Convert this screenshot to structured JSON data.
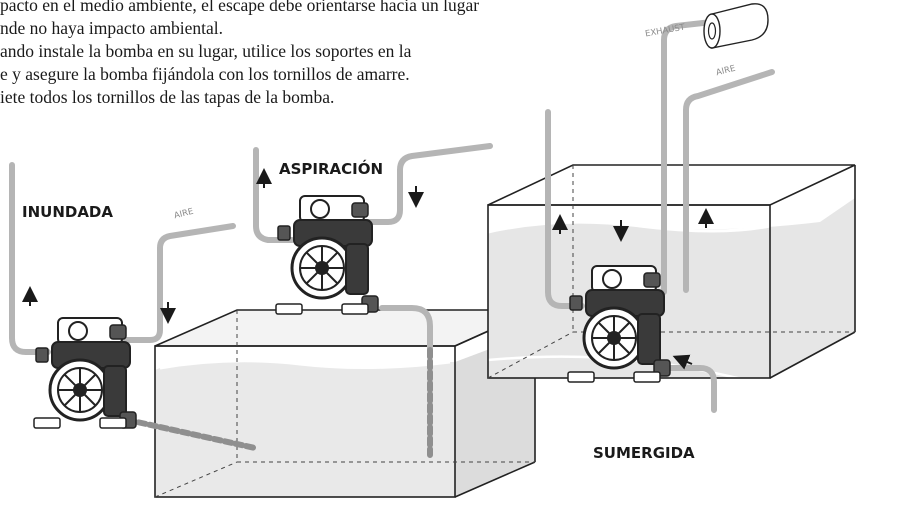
{
  "instructions": {
    "line1": "pacto en el medio ambiente, el escape debe orientarse hacia un lugar",
    "line2": "nde no haya impacto ambiental.",
    "line3": "ando instale la bomba en su lugar, utilice los soportes en la",
    "line4": "e y asegure la bomba fijándola con los tornillos de amarre.",
    "line5": "iete todos los tornillos de las tapas de la bomba."
  },
  "labels": {
    "flooded": "INUNDADA",
    "suction": "ASPIRACIÓN",
    "submerged": "SUMERGIDA",
    "air_left": "AIRE",
    "air_right": "AIRE",
    "exhaust": "EXHAUST"
  },
  "colors": {
    "pipe": "#b5b5b5",
    "tank_fill": "#eeeeee",
    "tank_edge": "#222222",
    "pump": "#2a2a2a"
  }
}
